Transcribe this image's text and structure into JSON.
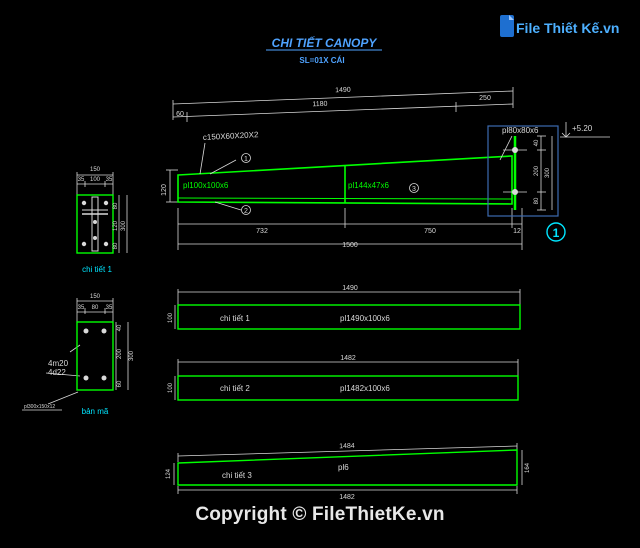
{
  "drawing": {
    "title": "CHI TIẾT CANOPY",
    "subtitle": "SL=01X CÁI",
    "section_marker": "1",
    "level_mark": "+5.20"
  },
  "elevation": {
    "dim_total_top": "1490",
    "dim_1180": "1180",
    "dim_250": "250",
    "dim_60": "60",
    "dim_120": "120",
    "dim_732": "732",
    "dim_750": "750",
    "dim_12": "12",
    "dim_1500": "1500",
    "label_c_section": "c150X60X20X2",
    "label_pl100": "pl100x100x6",
    "label_pl144": "pl144x47x6",
    "label_pl80": "pl80x80x6",
    "tag_1": "1",
    "tag_2": "2",
    "tag_3": "3",
    "end_dim_40": "40",
    "end_dim_200": "200",
    "end_dim_300": "300",
    "end_dim_80": "80"
  },
  "detail1": {
    "dim_150": "150",
    "dim_35a": "35",
    "dim_100": "100",
    "dim_35b": "35",
    "dim_80a": "80",
    "dim_120": "120",
    "dim_300": "300",
    "dim_80b": "80",
    "caption": "chi tiết 1"
  },
  "baseplate": {
    "dim_150": "150",
    "dim_35a": "35",
    "dim_80": "80",
    "dim_35b": "35",
    "dim_40": "40",
    "dim_200": "200",
    "dim_300": "300",
    "dim_60": "60",
    "anchor_1": "4m20",
    "anchor_2": "4d22",
    "plate_label": "pl300x150x12",
    "caption": "bản mã"
  },
  "parts": [
    {
      "length": "1490",
      "height": "100",
      "name": "chi tiết 1",
      "spec": "pl1490x100x6"
    },
    {
      "length": "1482",
      "height": "100",
      "name": "chi tiết 2",
      "spec": "pl1482x100x6"
    },
    {
      "length": "1484",
      "bottom_length": "1482",
      "left_height": "124",
      "right_height": "164",
      "name": "chi tiết 3",
      "spec": "pl6"
    }
  ],
  "branding": {
    "logo_text": "File Thiết Kế.vn",
    "copyright": "Copyright © FileThietKe.vn"
  },
  "colors": {
    "background": "#000000",
    "steel_outline": "#00ff00",
    "dimension": "#d9d9d9",
    "title": "#4fa3ff",
    "end_plate": "#3d6bb0",
    "marker": "#00e5ff"
  }
}
